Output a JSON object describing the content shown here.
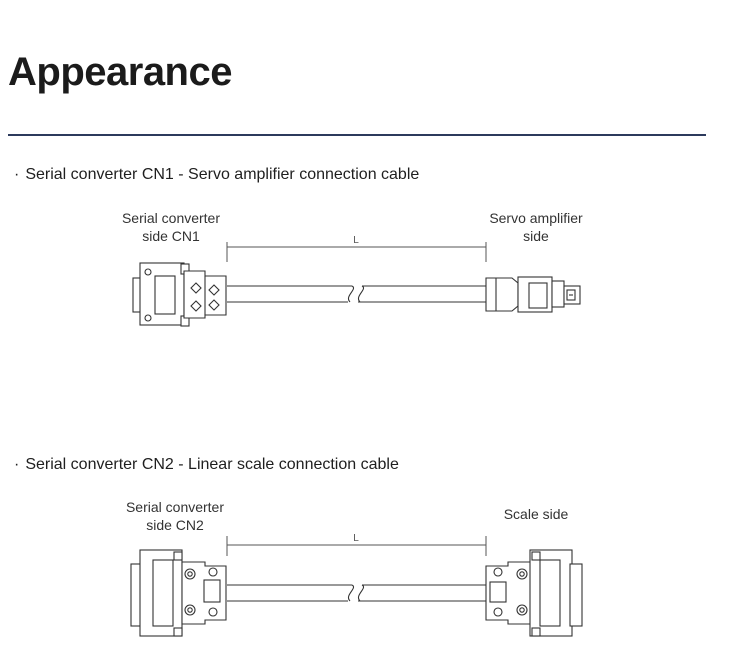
{
  "page": {
    "title": "Appearance"
  },
  "sections": [
    {
      "bullet": "·",
      "heading": "Serial converter CN1 - Servo amplifier connection cable",
      "left_label_line1": "Serial converter",
      "left_label_line2": "side CN1",
      "right_label_line1": "Servo amplifier",
      "right_label_line2": "side",
      "length_label": "L"
    },
    {
      "bullet": "·",
      "heading": "Serial converter CN2 - Linear scale connection cable",
      "left_label_line1": "Serial converter",
      "left_label_line2": "side CN2",
      "right_label_line1": "Scale side",
      "length_label": "L"
    }
  ]
}
